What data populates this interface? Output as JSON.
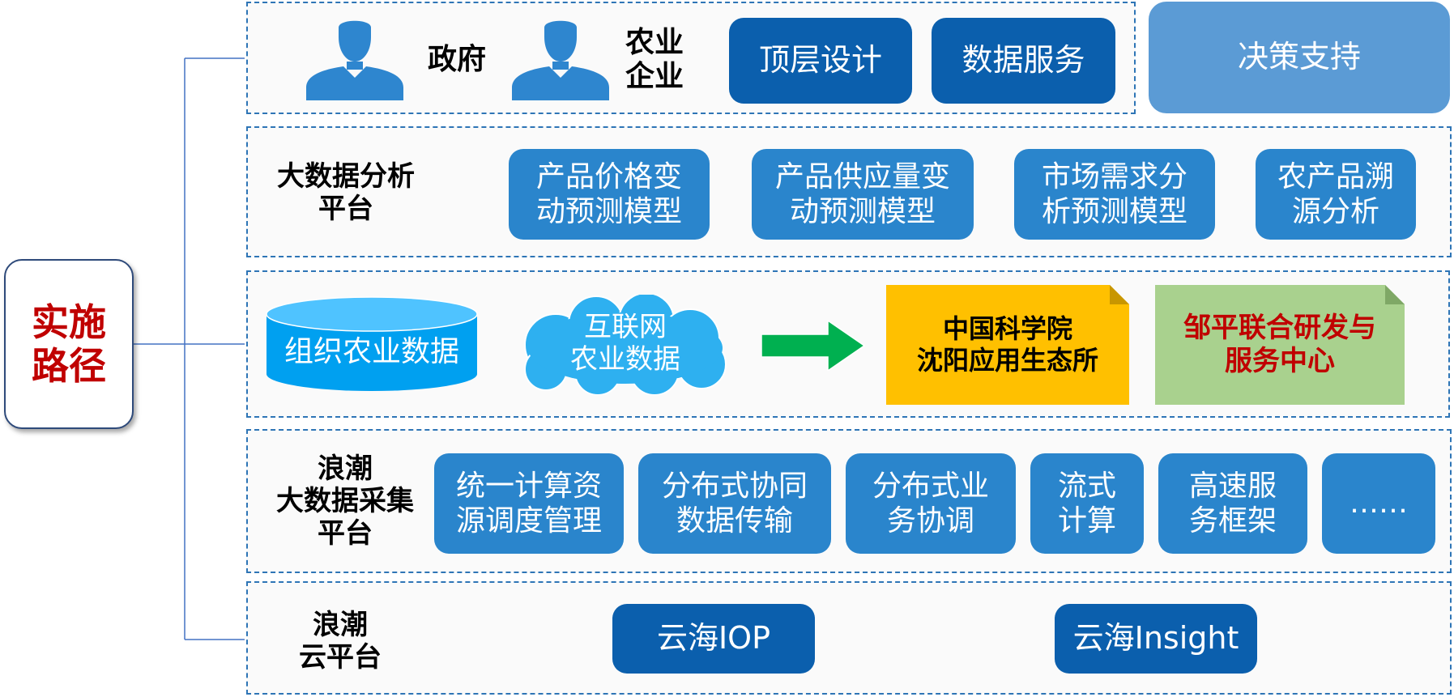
{
  "root": {
    "label": "实施\n路径",
    "color": "#c00000"
  },
  "colors": {
    "band_border": "#2e75b6",
    "box_dark": "#0b5fad",
    "box_mid": "#2a85cc",
    "box_light": "#5b9bd5",
    "icon_blue": "#2e86cf",
    "arrow_green": "#00b050",
    "note_yellow": "#ffc000",
    "note_green": "#a9d18e",
    "red_text": "#c00000"
  },
  "top_layer": {
    "actors": [
      {
        "label": "政府",
        "icon": "person-icon"
      },
      {
        "label": "农业\n企业",
        "icon": "person-icon"
      }
    ],
    "services": [
      "顶层设计",
      "数据服务"
    ],
    "decision": "决策支持"
  },
  "analysis_layer": {
    "label": "大数据分析\n平台",
    "models": [
      "产品价格变\n动预测模型",
      "产品供应量变\n动预测模型",
      "市场需求分\n析预测模型",
      "农产品溯\n源分析"
    ]
  },
  "data_layer": {
    "cylinder": "组织农业数据",
    "cloud": "互联网\n农业数据",
    "arrow_icon": "arrow-right-icon",
    "partners": [
      {
        "label": "中国科学院\n沈阳应用生态所",
        "color": "#ffc000",
        "text_color": "#000000"
      },
      {
        "label": "邹平联合研发与\n服务中心",
        "color": "#a9d18e",
        "text_color": "#c00000"
      }
    ]
  },
  "collection_layer": {
    "label": "浪潮\n大数据采集\n平台",
    "modules": [
      "统一计算资\n源调度管理",
      "分布式协同\n数据传输",
      "分布式业\n务协调",
      "流式\n计算",
      "高速服\n务框架",
      "……"
    ]
  },
  "cloud_layer": {
    "label": "浪潮\n云平台",
    "products": [
      "云海IOP",
      "云海Insight"
    ]
  }
}
